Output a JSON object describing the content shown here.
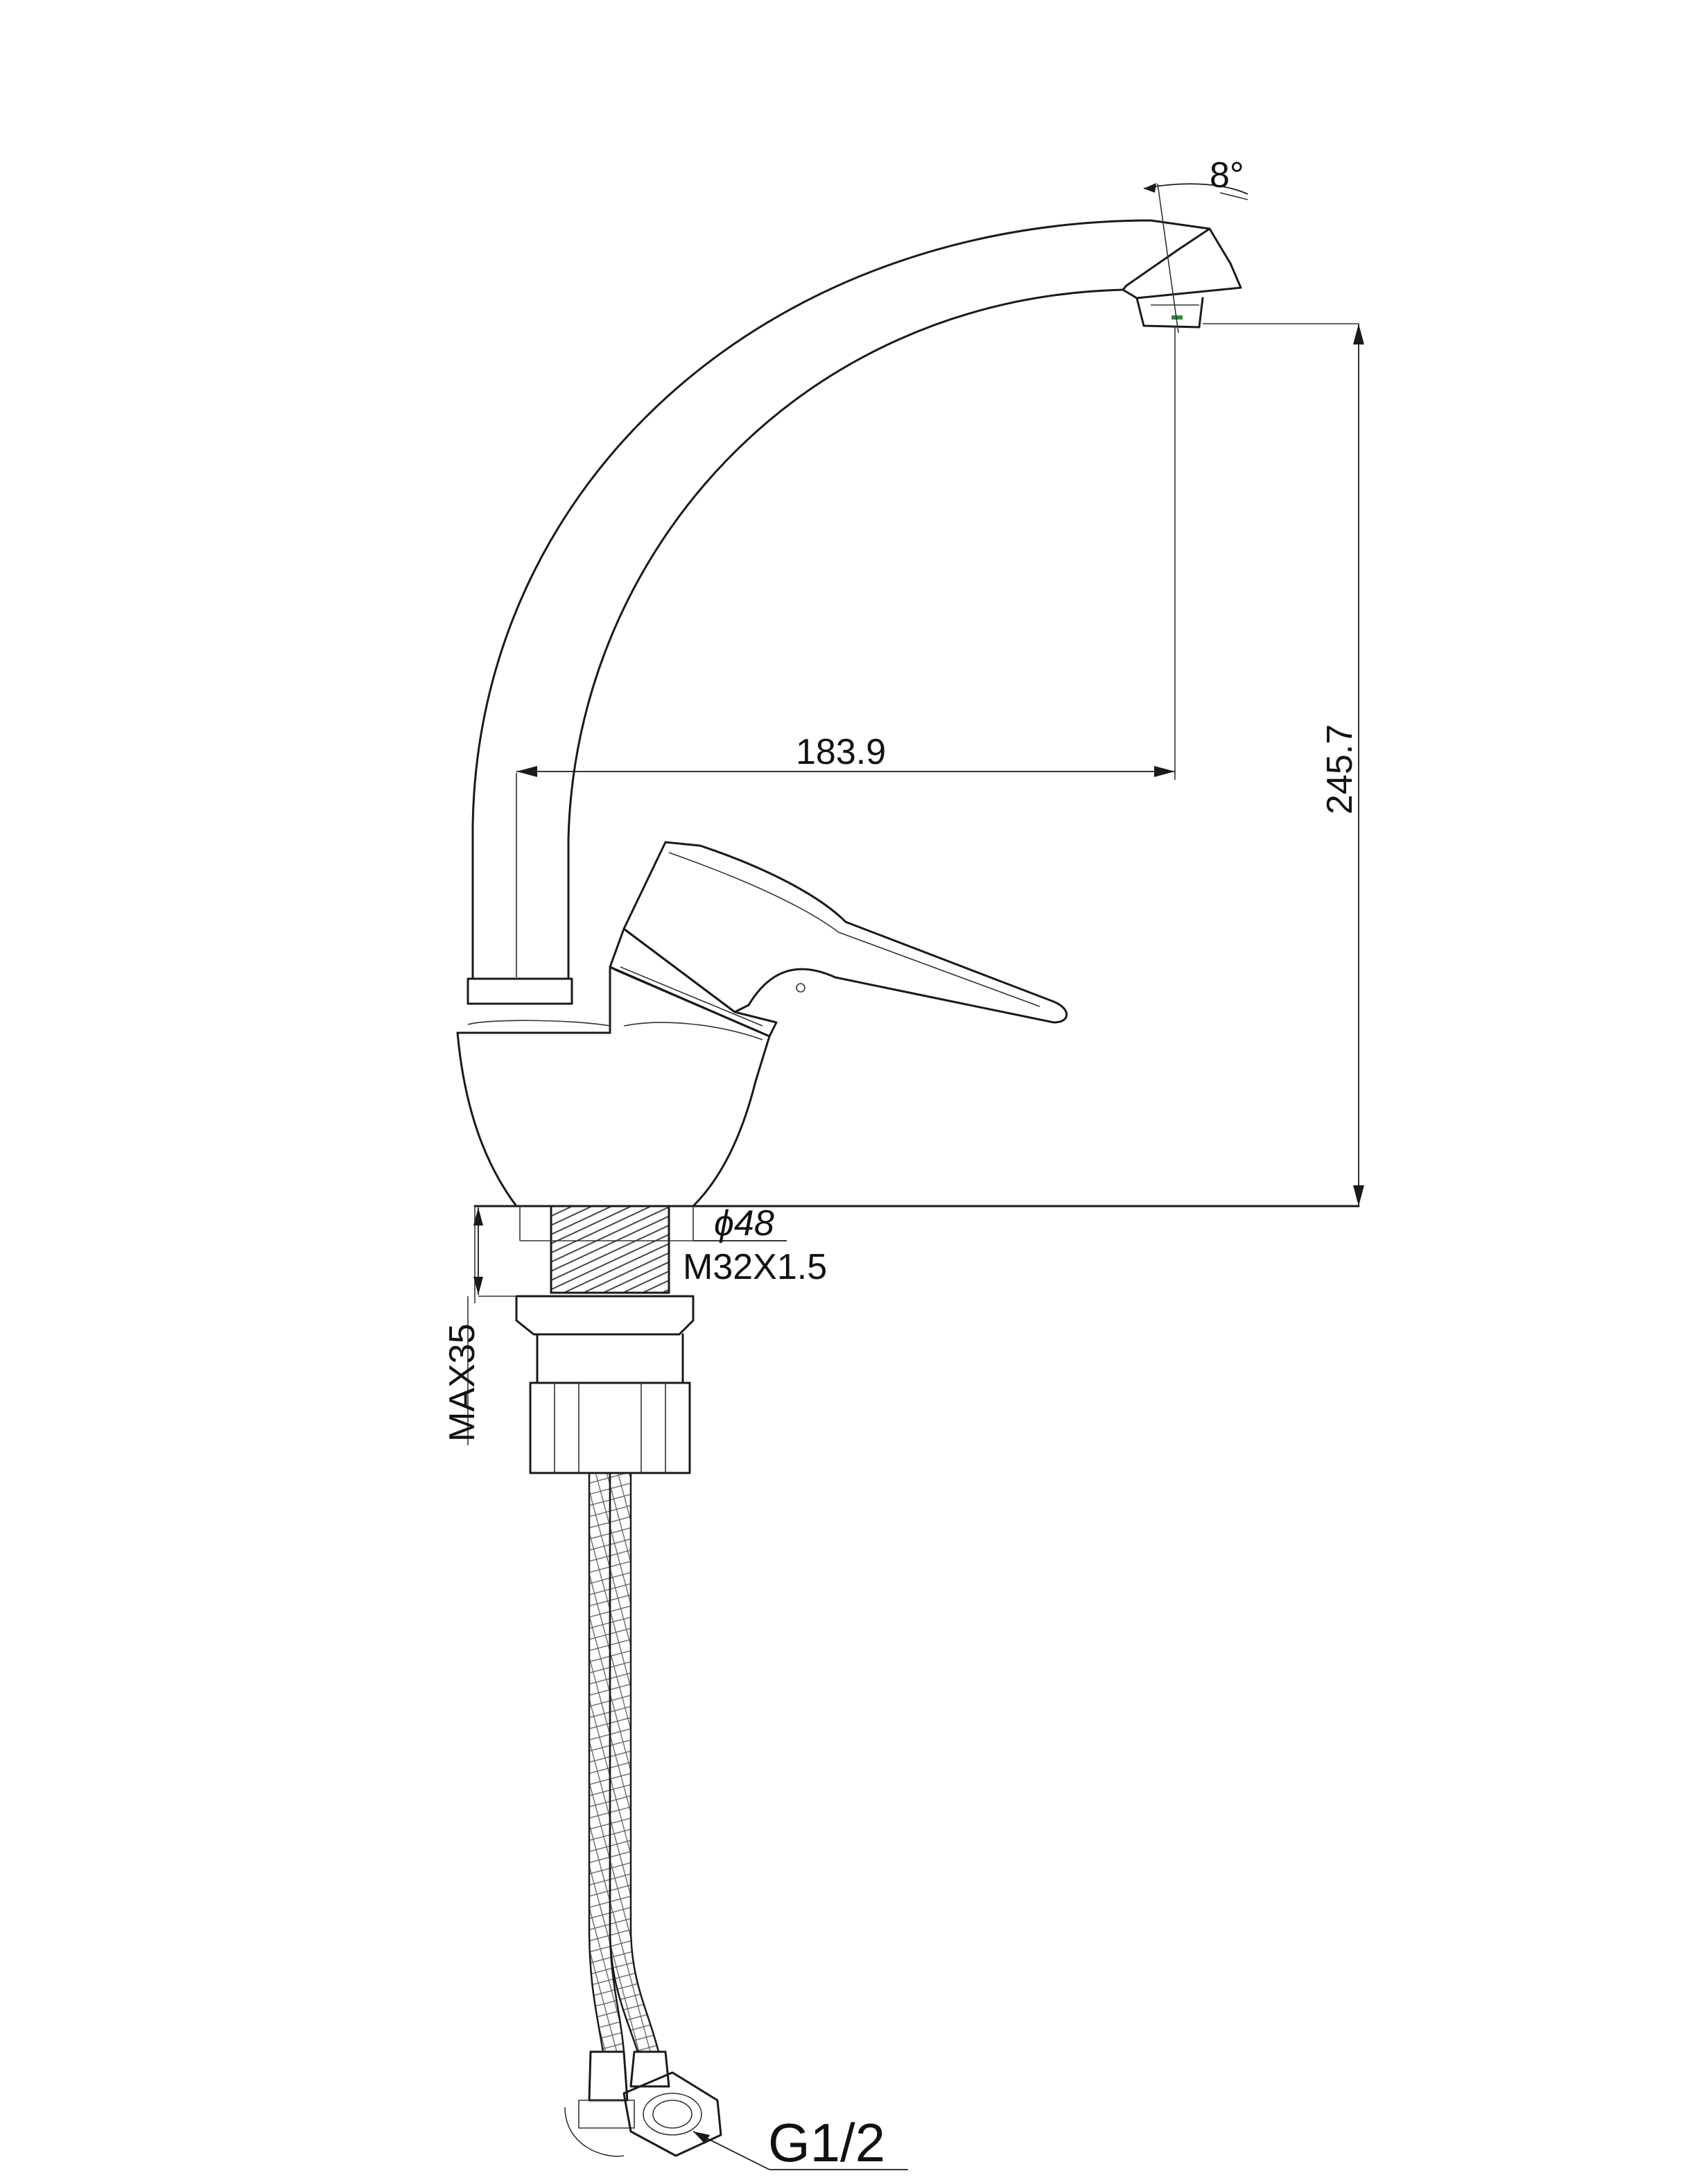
{
  "dimensions": {
    "spout_angle": "8°",
    "spout_reach": "183.9",
    "spout_height": "245.7",
    "base_diameter": "ϕ48",
    "thread": "M32X1.5",
    "max_counter_thickness": "MAX35",
    "hose_connection": "G1/2"
  },
  "colors": {
    "line": "#1a1a1a",
    "background": "#ffffff",
    "marker": "#2e8b3a"
  }
}
